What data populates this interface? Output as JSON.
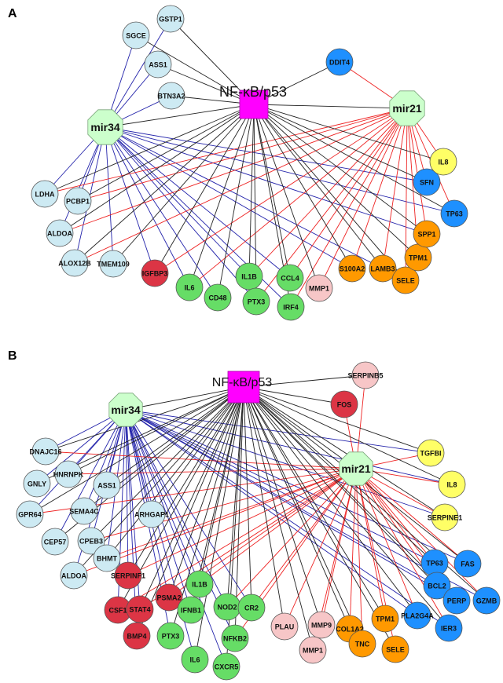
{
  "colors": {
    "hub": "#ff00ff",
    "mirna": "#ccffcc",
    "light_blue": "#cdeaf3",
    "blue": "#1e90ff",
    "red": "#dc3545",
    "green": "#66dd66",
    "pink": "#f7c6c7",
    "orange": "#ff9900",
    "yellow": "#ffff66",
    "edge_tf": "#222222",
    "edge_mir34": "#2222aa",
    "edge_mir21": "#ee2222"
  },
  "panels": [
    {
      "label": "A",
      "hub": "NF-κB/p53",
      "mirnas": [
        "mir34",
        "mir21"
      ],
      "genes": {
        "light_blue": [
          "GSTP1",
          "SGCE",
          "ASS1",
          "BTN3A2",
          "LDHA",
          "PCBP1",
          "ALDOA",
          "ALOX12B",
          "TMEM109"
        ],
        "blue": [
          "DDIT4",
          "SFN",
          "TP63"
        ],
        "red": [
          "IGFBP3"
        ],
        "green": [
          "IL6",
          "CD48",
          "IL1B",
          "PTX3",
          "CCL4",
          "IRF4"
        ],
        "pink": [
          "MMP1"
        ],
        "orange": [
          "S100A2",
          "LAMB3",
          "SELE",
          "TPM1",
          "SPP1"
        ],
        "yellow": [
          "IL8"
        ]
      }
    },
    {
      "label": "B",
      "hub": "NF-κB/p53",
      "mirnas": [
        "mir34",
        "mir21"
      ],
      "genes": {
        "light_blue": [
          "DNAJC16",
          "HNRNPK",
          "GNLY",
          "ASS1",
          "GPR64",
          "SEMA4C",
          "ARHGAP1",
          "CEP57",
          "CPEB3",
          "BHMT",
          "ALDOA"
        ],
        "blue": [
          "TP63",
          "FAS",
          "BCL2",
          "PERP",
          "GZMB",
          "PLA2G4A",
          "IER3"
        ],
        "red": [
          "FOS",
          "SERPINF1",
          "PSMA2",
          "CSF1",
          "STAT4",
          "BMP4"
        ],
        "green": [
          "IL1B",
          "IFNB1",
          "NOD2",
          "CR2",
          "PTX3",
          "NFKB2",
          "IL6",
          "CXCR5"
        ],
        "pink": [
          "SERPINB5",
          "PLAU",
          "MMP9",
          "MMP1"
        ],
        "orange": [
          "COL1A2",
          "TPM1",
          "TNC",
          "SELE"
        ],
        "yellow": [
          "TGFBI",
          "IL8",
          "SERPINE1"
        ]
      }
    }
  ]
}
